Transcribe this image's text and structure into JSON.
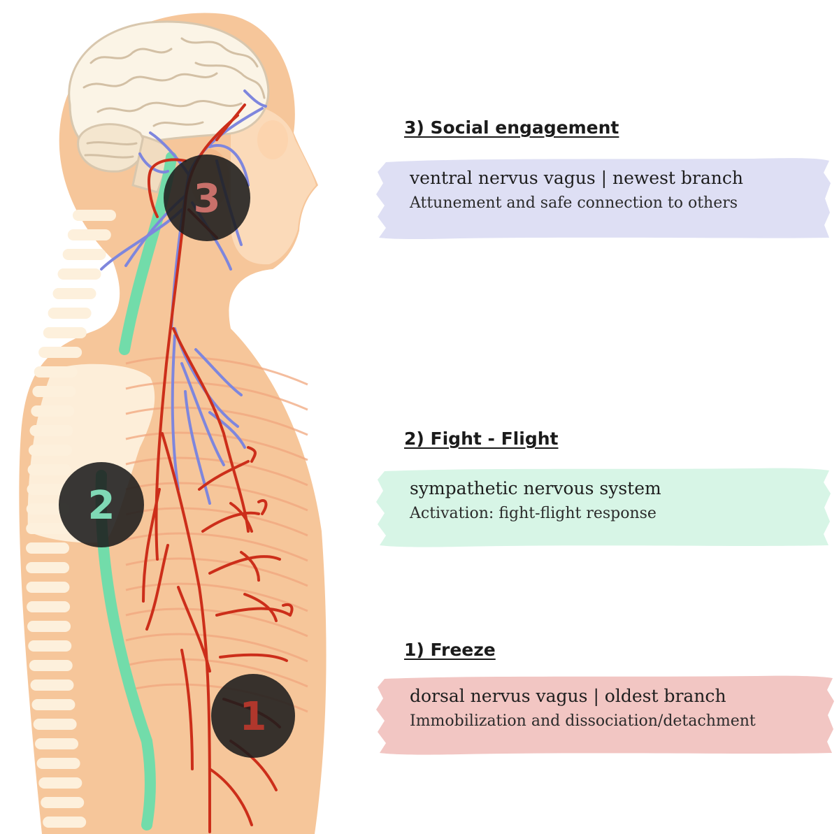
{
  "colors": {
    "skin": "#f6c69a",
    "skin_light": "#fce2c8",
    "bone": "#fdf0dc",
    "nerve_red": "#cc2e1a",
    "nerve_blue": "#7e86dd",
    "spine_green": "#72dcaa",
    "badge": "#1c1c1c",
    "band_social": "#dedff4",
    "band_fight": "#d7f5e6",
    "band_freeze": "#f2c6c3"
  },
  "markers": [
    {
      "number": "3"
    },
    {
      "number": "2"
    },
    {
      "number": "1"
    }
  ],
  "sections": {
    "social": {
      "heading": "3) Social engagement",
      "line1": "ventral nervus vagus | newest branch",
      "line2": "Attunement and safe connection to others"
    },
    "fight": {
      "heading": "2) Fight - Flight",
      "line1": "sympathetic nervous system",
      "line2": "Activation: fight-flight response"
    },
    "freeze": {
      "heading": "1) Freeze",
      "line1": "dorsal nervus vagus | oldest branch",
      "line2": "Immobilization and dissociation/detachment"
    }
  }
}
